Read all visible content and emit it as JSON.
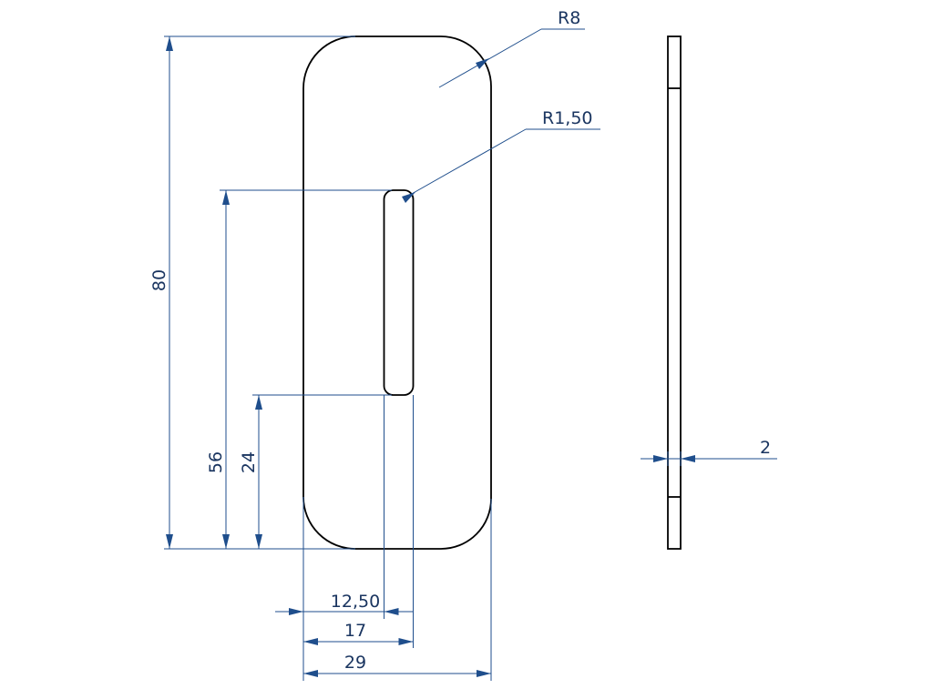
{
  "dimensions": {
    "radius_outer": "R8",
    "radius_slot": "R1,50",
    "height_total": "80",
    "slot_top_from_bottom": "56",
    "slot_bottom_from_bottom": "24",
    "slot_left_from_left": "12,50",
    "slot_right_from_left": "17",
    "width_total": "29",
    "thickness": "2"
  },
  "colors": {
    "outline": "#000000",
    "dimension": "#1f4e8c",
    "text": "#1a3560"
  }
}
